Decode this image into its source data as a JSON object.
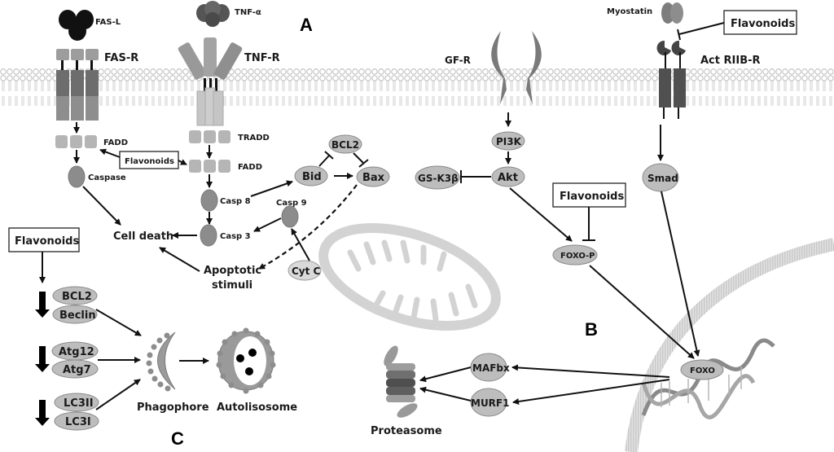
{
  "figure": {
    "panels": {
      "a": "A",
      "b": "B",
      "c": "C"
    }
  },
  "panel_a": {
    "ligands": {
      "fas_l": "FAS-L",
      "tnf_alpha": "TNF-α"
    },
    "receptors": {
      "fas_r": "FAS-R",
      "tnf_r": "TNF-R"
    },
    "adaptors": {
      "fadd_left": "FADD",
      "tradd": "TRADD",
      "fadd_right": "FADD"
    },
    "flavonoids_box": "Flavonoids",
    "nodes": {
      "caspase": "Caspase",
      "casp8": "Casp 8",
      "casp9": "Casp 9",
      "casp3": "Casp 3",
      "bcl2": "BCL2",
      "bid": "Bid",
      "bax": "Bax",
      "cyt_c": "Cyt C",
      "cell_death": "Cell death",
      "apoptotic_1": "Apoptotic",
      "apoptotic_2": "stimuli"
    }
  },
  "panel_b": {
    "receptors": {
      "gf_r": "GF-R",
      "act_riib_r": "Act RIIB-R"
    },
    "ligand": {
      "myostatin": "Myostatin"
    },
    "flavonoids_top": "Flavonoids",
    "flavonoids_mid": "Flavonoids",
    "nodes": {
      "pi3k": "PI3K",
      "akt": "Akt",
      "gsk3b": "GS-K3β",
      "smad": "Smad",
      "foxo_p": "FOXO-P",
      "foxo": "FOXO",
      "mafbx": "MAFbx",
      "murf1": "MURF1",
      "proteasome": "Proteasome"
    }
  },
  "panel_c": {
    "flavonoids_box": "Flavonoids",
    "nodes": {
      "bcl2": "BCL2",
      "beclin": "Beclin",
      "atg12": "Atg12",
      "atg7": "Atg7",
      "lc3ii": "LC3II",
      "lc3i": "LC3I",
      "phagophore": "Phagophore",
      "autolisosome": "Autolisosome"
    }
  }
}
